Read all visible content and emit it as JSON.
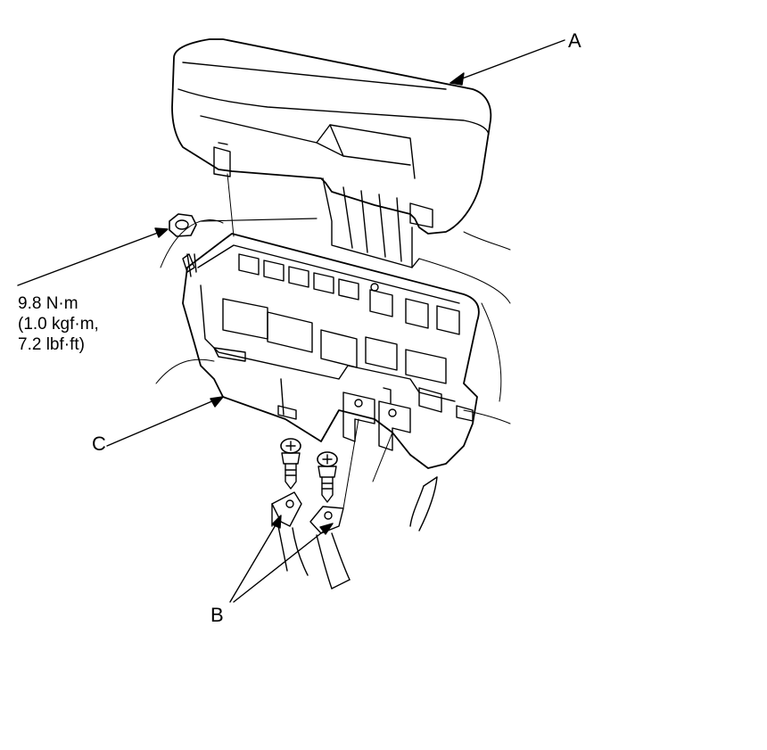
{
  "labels": {
    "a": "A",
    "b": "B",
    "c": "C"
  },
  "torque_spec": {
    "line1": "9.8 N·m",
    "line2": "(1.0 kgf·m,",
    "line3": "7.2 lbf·ft)"
  },
  "colors": {
    "line": "#000000",
    "background": "#ffffff"
  }
}
